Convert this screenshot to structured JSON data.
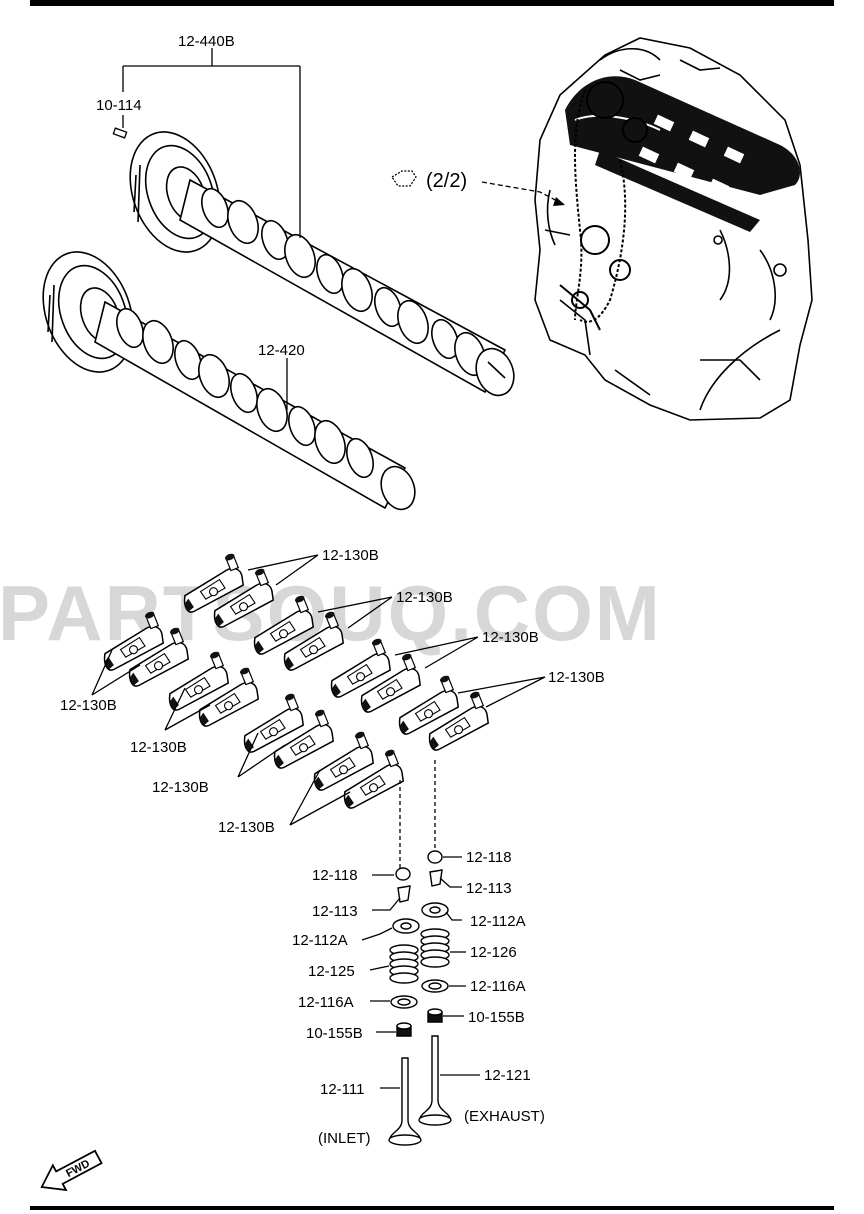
{
  "watermark": "PARTSOUQ.COM",
  "view_ref": "(2/2)",
  "fwd_label": "FWD",
  "labels": {
    "camshaft_assy": "12-440B",
    "pin": "10-114",
    "intake_camshaft": "12-420",
    "rocker_arm": "12-130B",
    "lash_adjuster": "12-118",
    "valve_keeper": "12-113",
    "spring_retainer": "12-112A",
    "intake_spring": "12-125",
    "exhaust_spring": "12-126",
    "spring_seat": "12-116A",
    "valve_seal": "10-155B",
    "intake_valve": "12-111",
    "exhaust_valve": "12-121",
    "inlet_note": "(INLET)",
    "exhaust_note": "(EXHAUST)"
  },
  "colors": {
    "line": "#000000",
    "watermark": "#d7d7d7",
    "background": "#ffffff"
  }
}
